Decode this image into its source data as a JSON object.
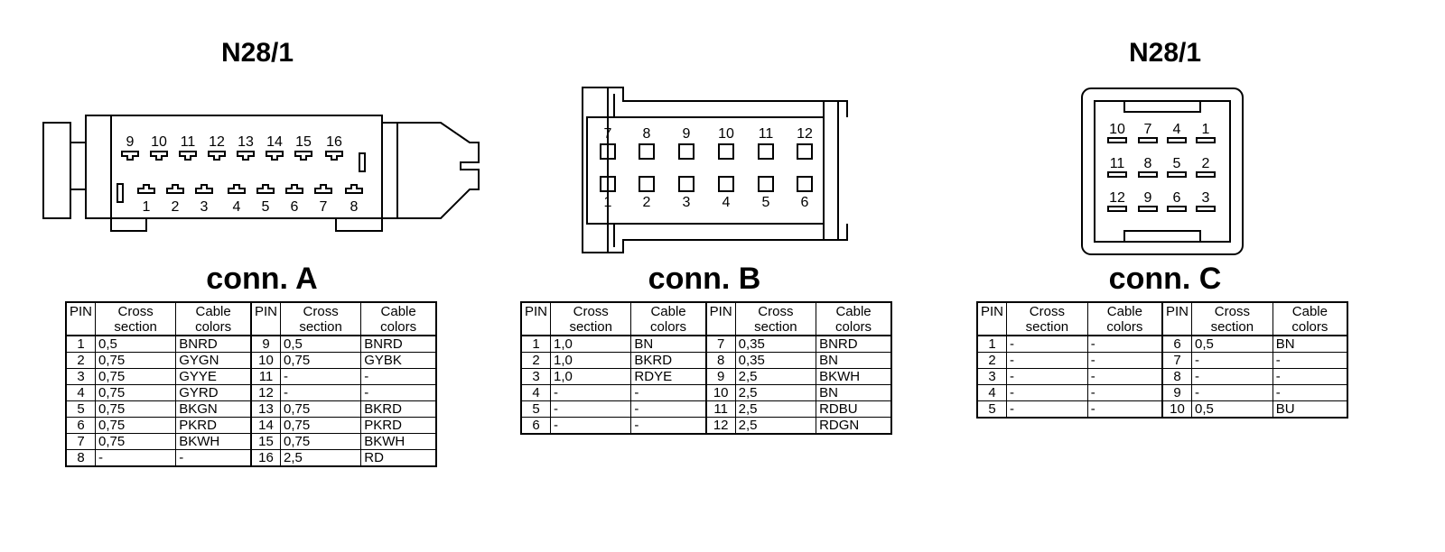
{
  "titles": {
    "left": "N28/1",
    "right": "N28/1"
  },
  "connectors": [
    {
      "label": "conn. A",
      "headers": [
        "PIN",
        "Cross section",
        "Cable colors",
        "PIN",
        "Cross section",
        "Cable colors"
      ],
      "rows": [
        [
          "1",
          "0,5",
          "BNRD",
          "9",
          "0,5",
          "BNRD"
        ],
        [
          "2",
          "0,75",
          "GYGN",
          "10",
          "0,75",
          "GYBK"
        ],
        [
          "3",
          "0,75",
          "GYYE",
          "11",
          "-",
          "-"
        ],
        [
          "4",
          "0,75",
          "GYRD",
          "12",
          "-",
          "-"
        ],
        [
          "5",
          "0,75",
          "BKGN",
          "13",
          "0,75",
          "BKRD"
        ],
        [
          "6",
          "0,75",
          "PKRD",
          "14",
          "0,75",
          "PKRD"
        ],
        [
          "7",
          "0,75",
          "BKWH",
          "15",
          "0,75",
          "BKWH"
        ],
        [
          "8",
          "-",
          "-",
          "16",
          "2,5",
          "RD"
        ]
      ],
      "pin_labels_top": [
        "9",
        "10",
        "11",
        "12",
        "13",
        "14",
        "15",
        "16"
      ],
      "pin_labels_bottom": [
        "1",
        "2",
        "3",
        "4",
        "5",
        "6",
        "7",
        "8"
      ]
    },
    {
      "label": "conn. B",
      "headers": [
        "PIN",
        "Cross section",
        "Cable colors",
        "PIN",
        "Cross section",
        "Cable colors"
      ],
      "rows": [
        [
          "1",
          "1,0",
          "BN",
          "7",
          "0,35",
          "BNRD"
        ],
        [
          "2",
          "1,0",
          "BKRD",
          "8",
          "0,35",
          "BN"
        ],
        [
          "3",
          "1,0",
          "RDYE",
          "9",
          "2,5",
          "BKWH"
        ],
        [
          "4",
          "-",
          "-",
          "10",
          "2,5",
          "BN"
        ],
        [
          "5",
          "-",
          "-",
          "11",
          "2,5",
          "RDBU"
        ],
        [
          "6",
          "-",
          "-",
          "12",
          "2,5",
          "RDGN"
        ]
      ],
      "pin_labels_top": [
        "7",
        "8",
        "9",
        "10",
        "11",
        "12"
      ],
      "pin_labels_bottom": [
        "1",
        "2",
        "3",
        "4",
        "5",
        "6"
      ]
    },
    {
      "label": "conn. C",
      "headers": [
        "PIN",
        "Cross section",
        "Cable colors",
        "PIN",
        "Cross section",
        "Cable colors"
      ],
      "rows": [
        [
          "1",
          "-",
          "-",
          "6",
          "0,5",
          "BN"
        ],
        [
          "2",
          "-",
          "-",
          "7",
          "-",
          "-"
        ],
        [
          "3",
          "-",
          "-",
          "8",
          "-",
          "-"
        ],
        [
          "4",
          "-",
          "-",
          "9",
          "-",
          "-"
        ],
        [
          "5",
          "-",
          "-",
          "10",
          "0,5",
          "BU"
        ]
      ],
      "pin_grid": [
        [
          "10",
          "7",
          "4",
          "1"
        ],
        [
          "11",
          "8",
          "5",
          "2"
        ],
        [
          "12",
          "9",
          "6",
          "3"
        ]
      ]
    }
  ]
}
